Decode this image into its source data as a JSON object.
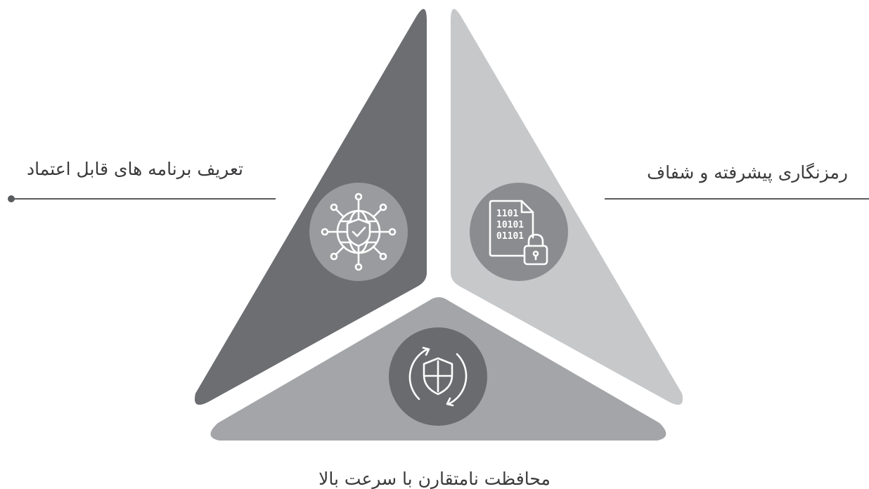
{
  "labels": {
    "left": "تعریف برنامه های قابل اعتماد",
    "right": "رمزنگاری پیشرفته و شفاف",
    "bottom": "محافظت نامتقارن با سرعت بالا"
  },
  "segments": [
    {
      "id": "left",
      "color": "#6d6e72",
      "icon": "globe-shield-icon",
      "icon_bg": "#9a9b9e"
    },
    {
      "id": "right",
      "color": "#c7c8ca",
      "icon": "encrypted-file-lock-icon",
      "icon_bg": "#8b8c8f"
    },
    {
      "id": "bottom",
      "color": "#a4a5a8",
      "icon": "shield-refresh-icon",
      "icon_bg": "#6a6b6e"
    }
  ],
  "connector_color": "#5a5b5e"
}
